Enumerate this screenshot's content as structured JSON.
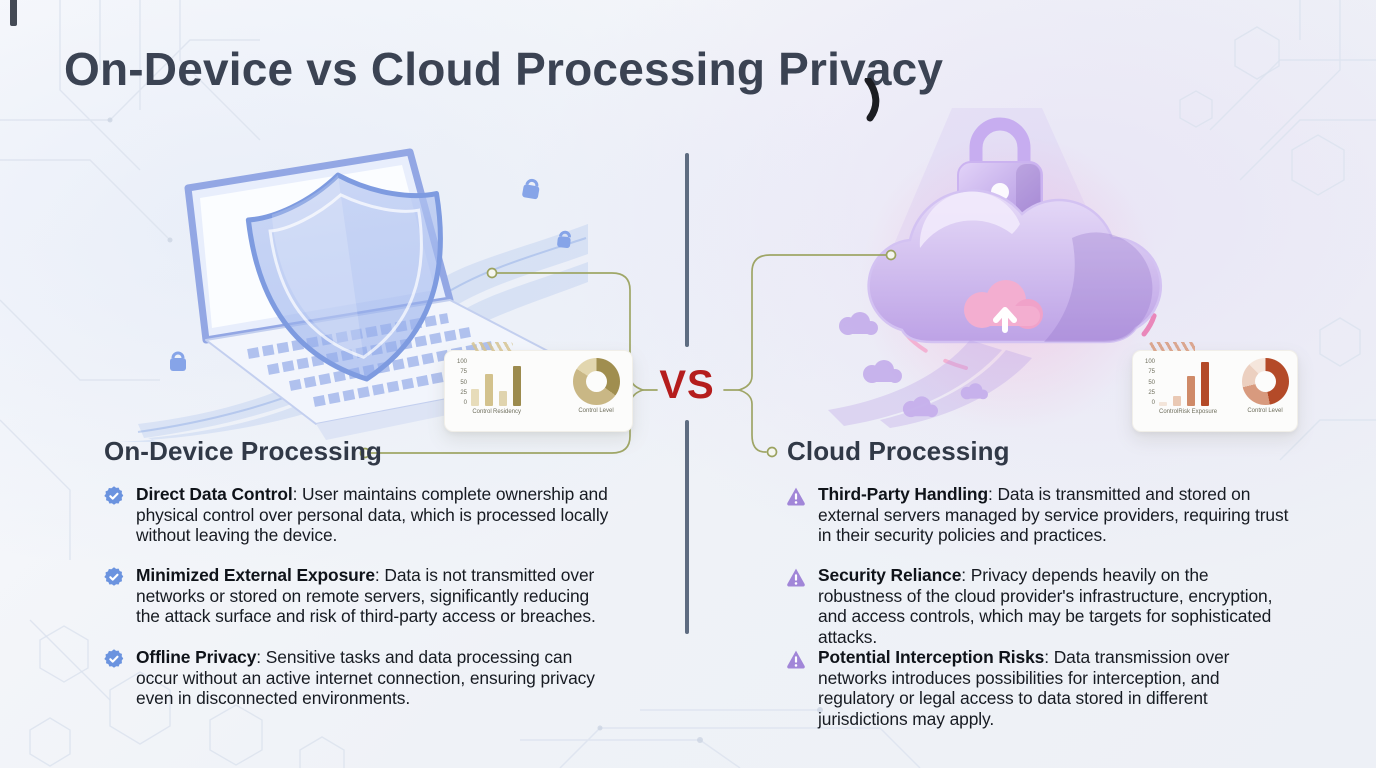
{
  "title": "On-Device vs Cloud Processing Privacy",
  "center": {
    "vs_label": "VS"
  },
  "left": {
    "heading": "On-Device Processing",
    "icon": "check-badge",
    "items": [
      {
        "title": "Direct Data Control",
        "desc": ": User maintains complete ownership and physical control over personal data, which is processed locally without leaving the device."
      },
      {
        "title": "Minimized External Exposure",
        "desc": ": Data is not transmitted over networks or stored on remote servers, significantly reducing the attack surface and risk of third-party access or breaches."
      },
      {
        "title": "Offline Privacy",
        "desc": ": Sensitive tasks and data processing can occur without an active internet connection, ensuring privacy even in disconnected environments."
      }
    ]
  },
  "right": {
    "heading": "Cloud Processing",
    "icon": "warning-triangle",
    "items": [
      {
        "title": "Third-Party Handling",
        "desc": ": Data is transmitted and stored on external servers managed by service providers, requiring trust in their security policies and practices."
      },
      {
        "title": "Security Reliance",
        "desc": ": Privacy depends heavily on the robustness of the cloud provider's infrastructure, encryption, and access controls, which may be targets for sophisticated attacks."
      },
      {
        "title": "Potential Interception Risks",
        "desc": ": Data transmission over networks introduces possibilities for interception, and regulatory or legal access to data stored in different jurisdictions may apply."
      }
    ]
  },
  "colors": {
    "accent_red": "#b51d1d",
    "divider": "#5e6c81",
    "connector_olive": "#9ba25f",
    "check_blue": "#6b93df",
    "warning_purple": "#a186d8"
  },
  "chart_data": [
    {
      "type": "bar",
      "side": "on-device",
      "ylim": [
        0,
        100
      ],
      "y_ticks": [
        100,
        75,
        50,
        25,
        0
      ],
      "categories": [
        "Control",
        "Residency"
      ],
      "values": [
        36,
        68,
        33,
        85
      ],
      "bar_colors": [
        "#e7dcba",
        "#d3c28d",
        "#e0d4ae",
        "#9c8b4e"
      ],
      "donut_label": "Control Level",
      "donut_segments": [
        {
          "value": 35,
          "color": "#a08e4f"
        },
        {
          "value": 49,
          "color": "#c9b785"
        },
        {
          "value": 16,
          "color": "#e2d6ae"
        }
      ]
    },
    {
      "type": "bar",
      "side": "cloud",
      "ylim": [
        0,
        100
      ],
      "y_ticks": [
        100,
        75,
        50,
        25,
        0
      ],
      "categories": [
        "Control",
        "Risk Exposure"
      ],
      "values": [
        9,
        21,
        64,
        93
      ],
      "bar_colors": [
        "#f3e5da",
        "#eac9b4",
        "#cf8a68",
        "#b44a28"
      ],
      "donut_label": "Control Level",
      "donut_segments": [
        {
          "value": 47,
          "color": "#b44a28"
        },
        {
          "value": 24,
          "color": "#d89a7e"
        },
        {
          "value": 17,
          "color": "#ecd0c0"
        },
        {
          "value": 12,
          "color": "#f5e6dc"
        }
      ]
    }
  ]
}
